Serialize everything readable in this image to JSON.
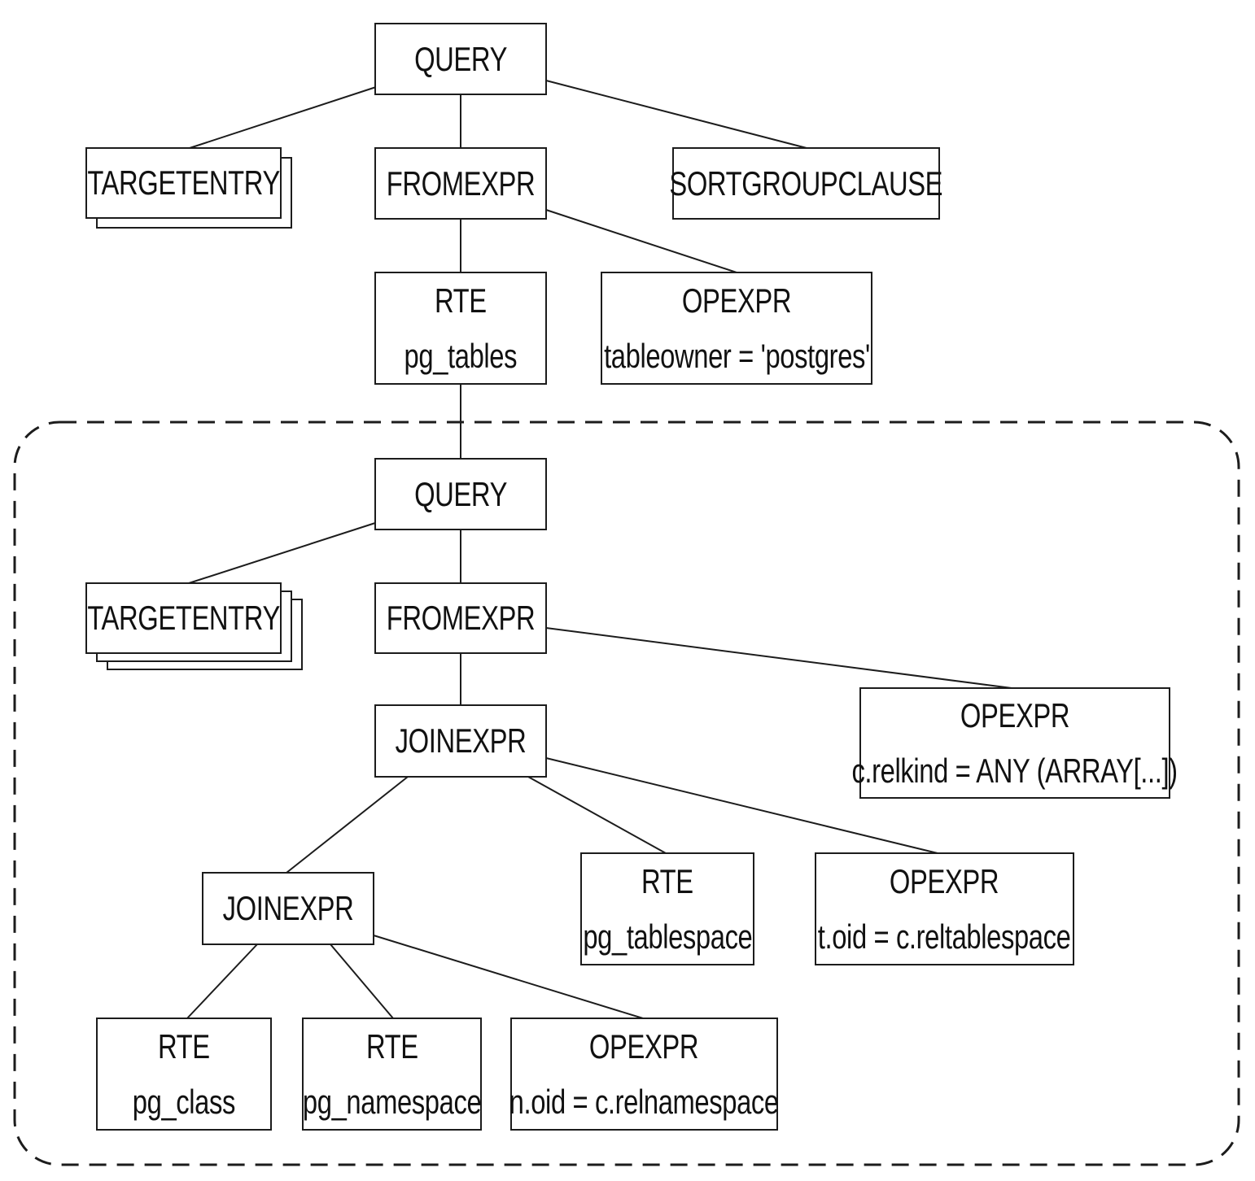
{
  "diagram": {
    "background_color": "#ffffff",
    "line_color": "#1c1c1c",
    "box_fill_color": "#ffffff",
    "nodes": {
      "query_outer": {
        "label": "QUERY"
      },
      "targetentry_outer": {
        "label": "TARGETENTRY",
        "stack_count": 2
      },
      "fromexpr_outer": {
        "label": "FROMEXPR"
      },
      "sortgroupclause": {
        "label": "SORTGROUPCLAUSE"
      },
      "rte_pg_tables": {
        "label": "RTE",
        "sublabel": "pg_tables"
      },
      "opexpr_tableowner": {
        "label": "OPEXPR",
        "sublabel": "tableowner = 'postgres'"
      },
      "query_inner": {
        "label": "QUERY"
      },
      "targetentry_inner": {
        "label": "TARGETENTRY",
        "stack_count": 3
      },
      "fromexpr_inner": {
        "label": "FROMEXPR"
      },
      "joinexpr_outer": {
        "label": "JOINEXPR"
      },
      "opexpr_relkind": {
        "label": "OPEXPR",
        "sublabel": "c.relkind = ANY (ARRAY[...])"
      },
      "joinexpr_inner": {
        "label": "JOINEXPR"
      },
      "rte_pg_tablespace": {
        "label": "RTE",
        "sublabel": "pg_tablespace"
      },
      "opexpr_reltablespace": {
        "label": "OPEXPR",
        "sublabel": "t.oid = c.reltablespace"
      },
      "rte_pg_class": {
        "label": "RTE",
        "sublabel": "pg_class"
      },
      "rte_pg_namespace": {
        "label": "RTE",
        "sublabel": "pg_namespace"
      },
      "opexpr_relnamespace": {
        "label": "OPEXPR",
        "sublabel": "n.oid = c.relnamespace"
      }
    },
    "edges": [
      {
        "from": "query_outer",
        "to": "targetentry_outer"
      },
      {
        "from": "query_outer",
        "to": "fromexpr_outer"
      },
      {
        "from": "query_outer",
        "to": "sortgroupclause"
      },
      {
        "from": "fromexpr_outer",
        "to": "rte_pg_tables"
      },
      {
        "from": "fromexpr_outer",
        "to": "opexpr_tableowner"
      },
      {
        "from": "rte_pg_tables",
        "to": "query_inner"
      },
      {
        "from": "query_inner",
        "to": "targetentry_inner"
      },
      {
        "from": "query_inner",
        "to": "fromexpr_inner"
      },
      {
        "from": "fromexpr_inner",
        "to": "joinexpr_outer"
      },
      {
        "from": "fromexpr_inner",
        "to": "opexpr_relkind"
      },
      {
        "from": "joinexpr_outer",
        "to": "joinexpr_inner"
      },
      {
        "from": "joinexpr_outer",
        "to": "rte_pg_tablespace"
      },
      {
        "from": "joinexpr_outer",
        "to": "opexpr_reltablespace"
      },
      {
        "from": "joinexpr_inner",
        "to": "rte_pg_class"
      },
      {
        "from": "joinexpr_inner",
        "to": "rte_pg_namespace"
      },
      {
        "from": "joinexpr_inner",
        "to": "opexpr_relnamespace"
      }
    ],
    "subquery_group": {
      "style": "dashed-rounded-rectangle"
    }
  }
}
